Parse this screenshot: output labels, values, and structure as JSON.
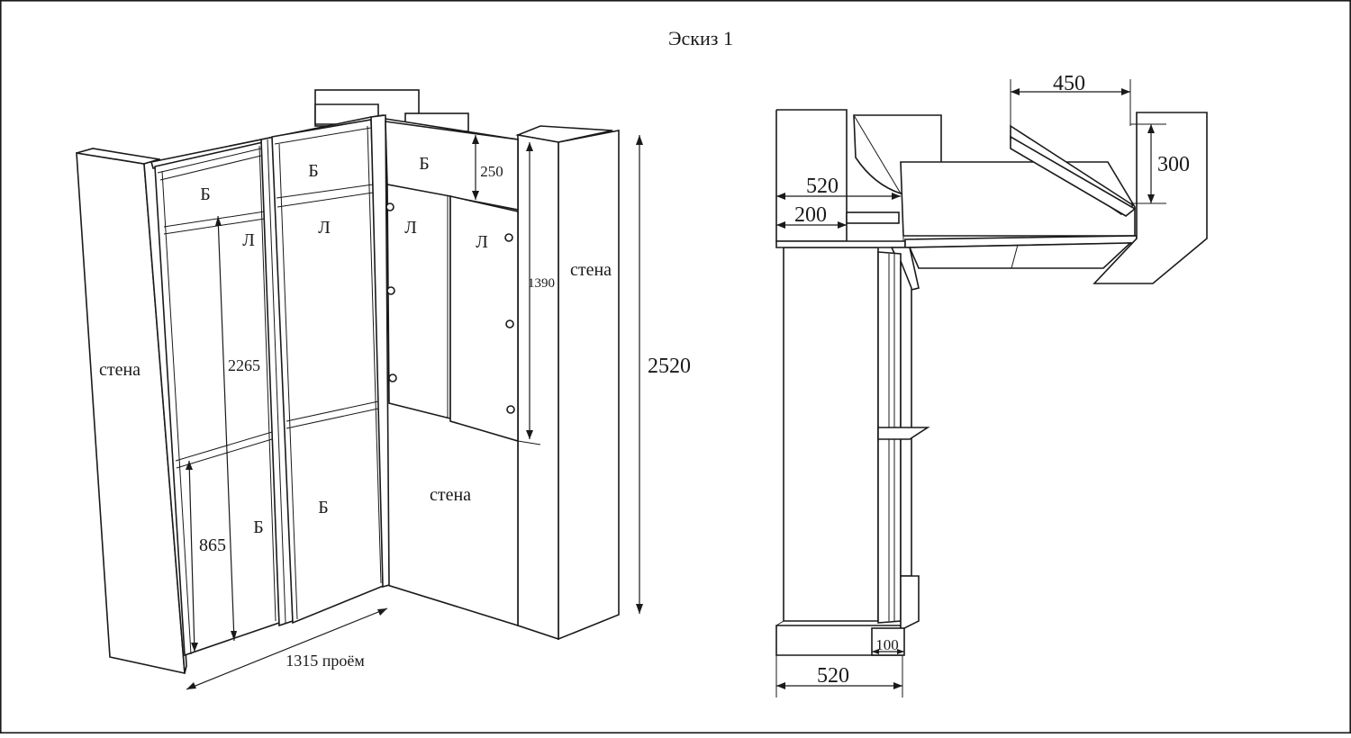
{
  "title": "Эскиз 1",
  "labels": {
    "wall": "стена",
    "letter_b": "Б",
    "letter_l": "Л"
  },
  "dimensions": {
    "d250": "250",
    "d1390": "1390",
    "d2265": "2265",
    "d865": "865",
    "d2520": "2520",
    "d1315": "1315 проём",
    "d450": "450",
    "d300": "300",
    "d520_top": "520",
    "d200": "200",
    "d100": "100",
    "d520_bottom": "520"
  }
}
